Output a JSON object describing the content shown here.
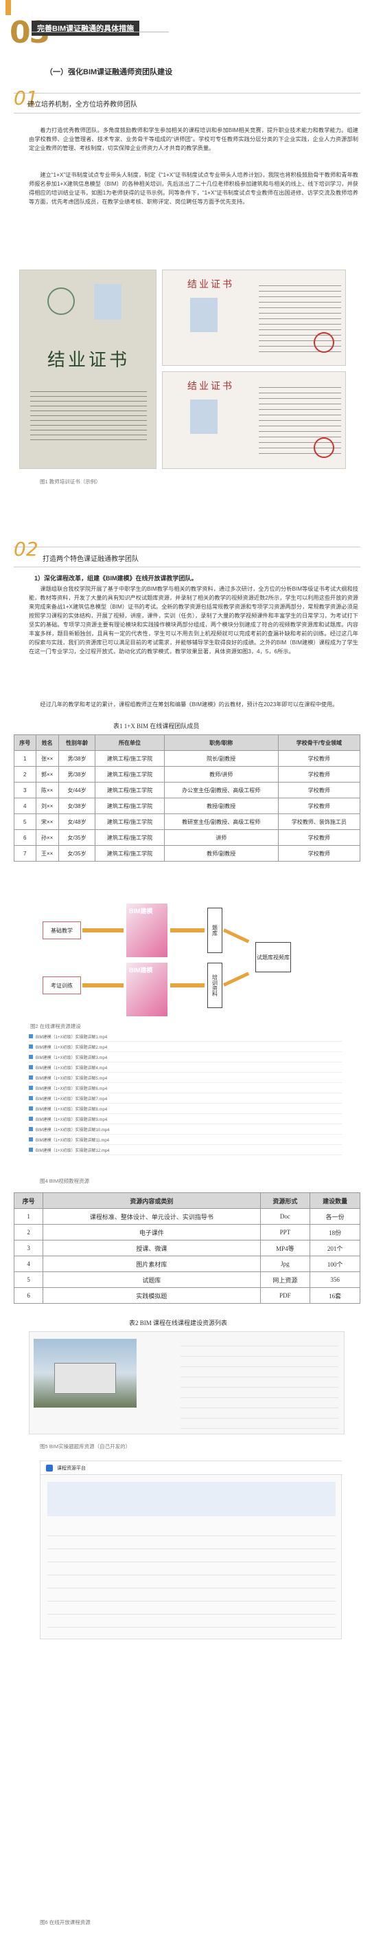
{
  "header": {
    "number": "03",
    "title": "完善BIM课证融通的具体措施"
  },
  "section1": {
    "title": "（一）强化BIM课证融通师资团队建设"
  },
  "sub1": {
    "num": "01",
    "title": "建立培养机制，全方位培养教师团队"
  },
  "para1": "着力打造优秀教师团队。多角度鼓励教师和学生参加相关的课程培训和参加BIM相关竞赛，提升职业技术能力和教学能力。组建由学校教师、企业管理者、技术专家、业务骨干等组成的“讲师团”。学校可专任教师实践分层分类的下企业实践，企业人力资源部制定企业教师的管理、考核制度，切实保障企业师资力人才共育的教学质量。",
  "para2": "建立“1+X”证书制度试点专业带头人制度，制定《“1+X”证书制度试点专业带头人培养计划》，我院也将积极鼓励骨干教师和青年教师报名参加1+X建筑信息模型（BIM）的各种相关培训，先后派出了二十几位老师积极参加建筑和与相关的线上、线下培训学习，并获得相应的培训结业证书，如图1为老师获得的证书示例。同等条件下，“1+X”证书制度试点专业教师在出国进修、访学交流及教师培养等方面，优先考虑团队成员，在教学业绩考核、职称评定、岗位聘任等方面予优先支持。",
  "fig1": {
    "caption": "图1 教师培训证书（示例）",
    "cert_title": "结业证书"
  },
  "sub2": {
    "num": "02",
    "title": "打造两个特色课证融通教学团队"
  },
  "para3_title": "1）深化课程改革，组建《BIM建模》在线开放课教学团队。",
  "para3": "课题组联合我校学院开展了基于中职学生的BIM教学与相关的教学资料，通过多次研讨，全方位的分析BIM等级证书考试大纲和技能，教材等资料，开发了大量的具有知识产权试题库资源，并录制了相关的教学的视频资源近数2所示，学生可以利用这些开放的资源来完成来备战1+X建筑信息模型（BIM）证书的考试。全新的教学资源包括常规教学资源和专项学习资源两部分，常规教学资源必须是按照学习课程的实体结构，开展了视频，讲座，课件，实训（任务），录制了大量的教学视频课件和丰富学生的日常学习，为考试打下坚实的基础。专项学习资源主要有理论模块和实践操作模块两部分组成，两个模块分别建成了符合的视频教学资源库和试题库。内容丰富多样，题目新颖独创，且具有一定的代表性，学生可以不用去到上机视频就可以完成考前的查漏补缺和考前的训练。经过这几年的探索与实践，我们的资源库已可以满足目前的考试需求，并能够辅导学生取得良好的成绩。之外的BIM（BIM建模）课程成为了学生在这一门专业学习，全过程开放式，助动化式的教学模式，教学效果显著，具体资源如图3，4，5，6所示。",
  "para4": "经过几年的教学和考证的累计，课程组教师正在筹划和编纂《BIM建模》的云教材，预计在2023年即可以在课程中使用。",
  "table1": {
    "caption": "表1  1+X BIM 在线课程团队成员",
    "headers": [
      "序号",
      "姓名",
      "性别年龄",
      "所在单位",
      "职务/职称",
      "学校骨干/专业领域"
    ],
    "rows": [
      [
        "1",
        "张××",
        "男/38岁",
        "建筑工程/施工学院",
        "院长/副教授",
        "学校教师"
      ],
      [
        "2",
        "郭××",
        "男/38岁",
        "建筑工程/施工学院",
        "教师/讲师",
        "学校教师"
      ],
      [
        "3",
        "陈××",
        "女/44岁",
        "建筑工程/施工学院",
        "办公室主任/副教授、高级工程师",
        "学校教师"
      ],
      [
        "4",
        "刘××",
        "女/38岁",
        "建筑工程/施工学院",
        "教授/副教授",
        "学校教师"
      ],
      [
        "5",
        "宋××",
        "女/48岁",
        "建筑工程/施工学院",
        "教研室主任/副教授、高级工程师",
        "学校教师、装饰施工员"
      ],
      [
        "6",
        "孙××",
        "女/35岁",
        "建筑工程/施工学院",
        "讲师",
        "学校教师"
      ],
      [
        "7",
        "王××",
        "女/35岁",
        "建筑工程/施工学院",
        "教师/副教授",
        "学校教师"
      ]
    ]
  },
  "diagram": {
    "left_top": "基础教学",
    "left_bottom": "考证训练",
    "book_top": "BIM建模",
    "book_bottom": "BIM建模",
    "mid_top": "题库",
    "mid_bottom": "培训资料",
    "right": "试题库视频库",
    "caption": "图2 在线课程资源建设"
  },
  "fig4": {
    "caption": "图4 BIM视频教程资源"
  },
  "files": [
    "BIM建模（1+X初级）实操题讲解1.mp4",
    "BIM建模（1+X初级）实操题讲解2.mp4",
    "BIM建模（1+X初级）实操题讲解3.mp4",
    "BIM建模（1+X初级）实操题讲解4.mp4",
    "BIM建模（1+X初级）实操题讲解5.mp4",
    "BIM建模（1+X初级）实操题讲解6.mp4",
    "BIM建模（1+X初级）实操题讲解7.mp4",
    "BIM建模（1+X初级）实操题讲解8.mp4",
    "BIM建模（1+X初级）实操题讲解9.mp4",
    "BIM建模（1+X初级）实操题讲解10.mp4",
    "BIM建模（1+X初级）实操题讲解11.mp4",
    "BIM建模（1+X初级）实操题讲解12.mp4"
  ],
  "table2": {
    "headers": [
      "序号",
      "资源内容或类别",
      "资源形式",
      "建设数量"
    ],
    "rows": [
      [
        "1",
        "课程标准、整体设计、单元设计、实训指导书",
        "Doc",
        "各一份"
      ],
      [
        "2",
        "电子课件",
        "PPT",
        "18份"
      ],
      [
        "3",
        "授课、微课",
        "MP4等",
        "201个"
      ],
      [
        "4",
        "图片素材库",
        "Jpg",
        "100个"
      ],
      [
        "5",
        "试题库",
        "网上资源",
        "356"
      ],
      [
        "6",
        "实践模拟题",
        "PDF",
        "16套"
      ]
    ],
    "caption": "表2  BIM 课程在线课程建设资源列表"
  },
  "fig5": {
    "caption": "图5 BIM实操题题库资源（自己开发的）"
  },
  "fig6": {
    "caption": "图6 在线开放课程资源",
    "platform_title": "课程资源平台"
  }
}
